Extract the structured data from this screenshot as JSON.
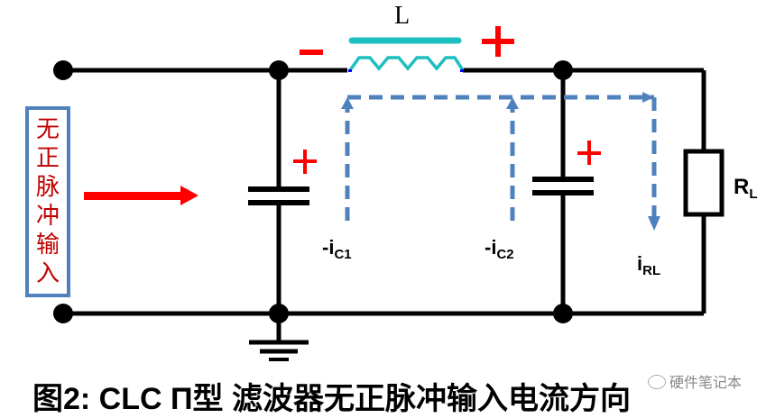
{
  "input": {
    "chars": [
      "无",
      "正",
      "脉",
      "冲",
      "输",
      "入"
    ]
  },
  "inductor": {
    "label": "L",
    "minus": "−",
    "plus": "+"
  },
  "capacitor1": {
    "polarity": "+"
  },
  "capacitor2": {
    "polarity": "+"
  },
  "resistor": {
    "label": "R",
    "sub": "L"
  },
  "currents": [
    {
      "prefix": "-i",
      "sub": "C1"
    },
    {
      "prefix": "-i",
      "sub": "C2"
    },
    {
      "prefix": "i",
      "sub": "RL"
    }
  ],
  "caption": "图2:  CLC  Π型  滤波器无正脉冲输入电流方向",
  "watermark": "硬件笔记本",
  "colors": {
    "wire": "#000000",
    "inductor": "#1fbfbf",
    "polarity": "#ff0000",
    "arrow": "#ff0000",
    "current": "#4f81bd",
    "input_text": "#c00000",
    "input_border": "#4f81bd"
  }
}
